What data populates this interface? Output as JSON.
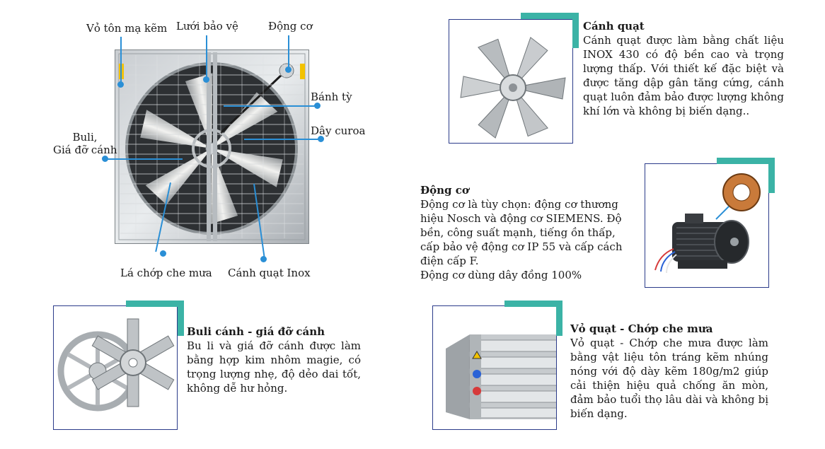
{
  "main_diagram": {
    "labels": {
      "shell": "Vỏ tôn mạ kẽm",
      "guard": "Lưới bảo vệ",
      "motor": "Động cơ",
      "gear": "Bánh tỳ",
      "belt": "Dây curoa",
      "pulley_line1": "Buli,",
      "pulley_line2": "Giá đỡ cánh",
      "shutter": "Lá chớp che mưa",
      "blade": "Cánh quạt Inox"
    }
  },
  "sections": {
    "blade": {
      "title": "Cánh quạt",
      "body": "Cánh quạt được làm bằng chất liệu INOX 430 có độ bền cao và trọng lượng thấp. Với thiết kế đặc biệt và được tăng dập gân tăng cứng, cánh quạt luôn đảm bảo được lượng không khí lớn và không bị biến dạng.."
    },
    "motor": {
      "title": "Động cơ",
      "body": "Động cơ là tùy chọn: động cơ thương hiệu Nosch và động cơ SIEMENS. Độ bền, công suất mạnh, tiếng ồn thấp, cấp bảo vệ động cơ IP 55 và cấp cách điện cấp F.",
      "body2": "Động cơ dùng dây đồng 100%"
    },
    "pulley": {
      "title": "Buli cánh - giá đỡ cánh",
      "body": "Bu li và giá đỡ cánh được làm bằng hợp kim nhôm magie, có trọng lượng nhẹ, độ dẻo dai tốt, không dễ hư hỏng."
    },
    "shell": {
      "title": "Vỏ quạt - Chớp che mưa",
      "body": "Vỏ quạt - Chớp che mưa được làm bằng vật liệu tôn tráng kẽm nhúng nóng với độ dày kẽm 180g/m2 giúp cải thiện hiệu quả chống ăn mòn, đảm bảo tuổi thọ lâu dài và không bị biến dạng."
    }
  },
  "colors": {
    "accent_teal": "#3bb3a6",
    "frame_navy": "#2b3b8a",
    "callout_blue": "#2a8fd6"
  }
}
